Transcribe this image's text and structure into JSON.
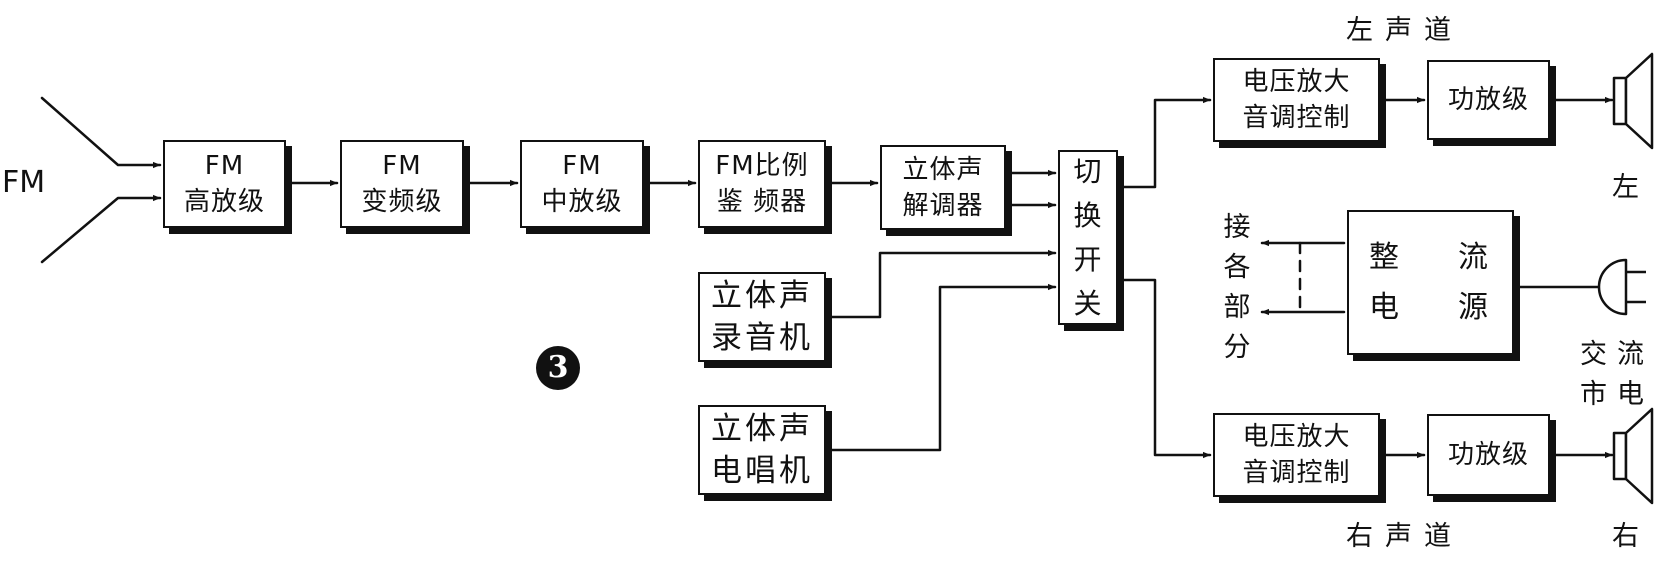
{
  "input_label": "FM",
  "blocks": {
    "fm_rf_amp": [
      "FM",
      "高放级"
    ],
    "fm_mixer": [
      "FM",
      "变频级"
    ],
    "fm_if_amp": [
      "FM",
      "中放级"
    ],
    "fm_ratio_detector": [
      "FM比例",
      "鉴 频器"
    ],
    "stereo_decoder": [
      "立体声",
      "解调器"
    ],
    "stereo_tape_recorder": [
      "立体声",
      "录音机"
    ],
    "stereo_record_player": [
      "立体声",
      "电唱机"
    ],
    "selector_switch": [
      "切",
      "换",
      "开",
      "关"
    ],
    "left_preamp": [
      "电压放大",
      "音调控制"
    ],
    "left_power_amp": [
      "功放级"
    ],
    "right_preamp": [
      "电压放大",
      "音调控制"
    ],
    "right_power_amp": [
      "功放级"
    ],
    "rectifier_supply": {
      "row1": [
        "整",
        "流"
      ],
      "row2": [
        "电",
        "源"
      ]
    }
  },
  "labels": {
    "left_channel": "左声道",
    "right_channel": "右声道",
    "left_speaker": "左",
    "right_speaker": "右",
    "to_all_sections": [
      "接",
      "各",
      "部",
      "分"
    ],
    "ac_mains": [
      "交",
      "流",
      "市",
      "电"
    ]
  },
  "figure_number": "3"
}
